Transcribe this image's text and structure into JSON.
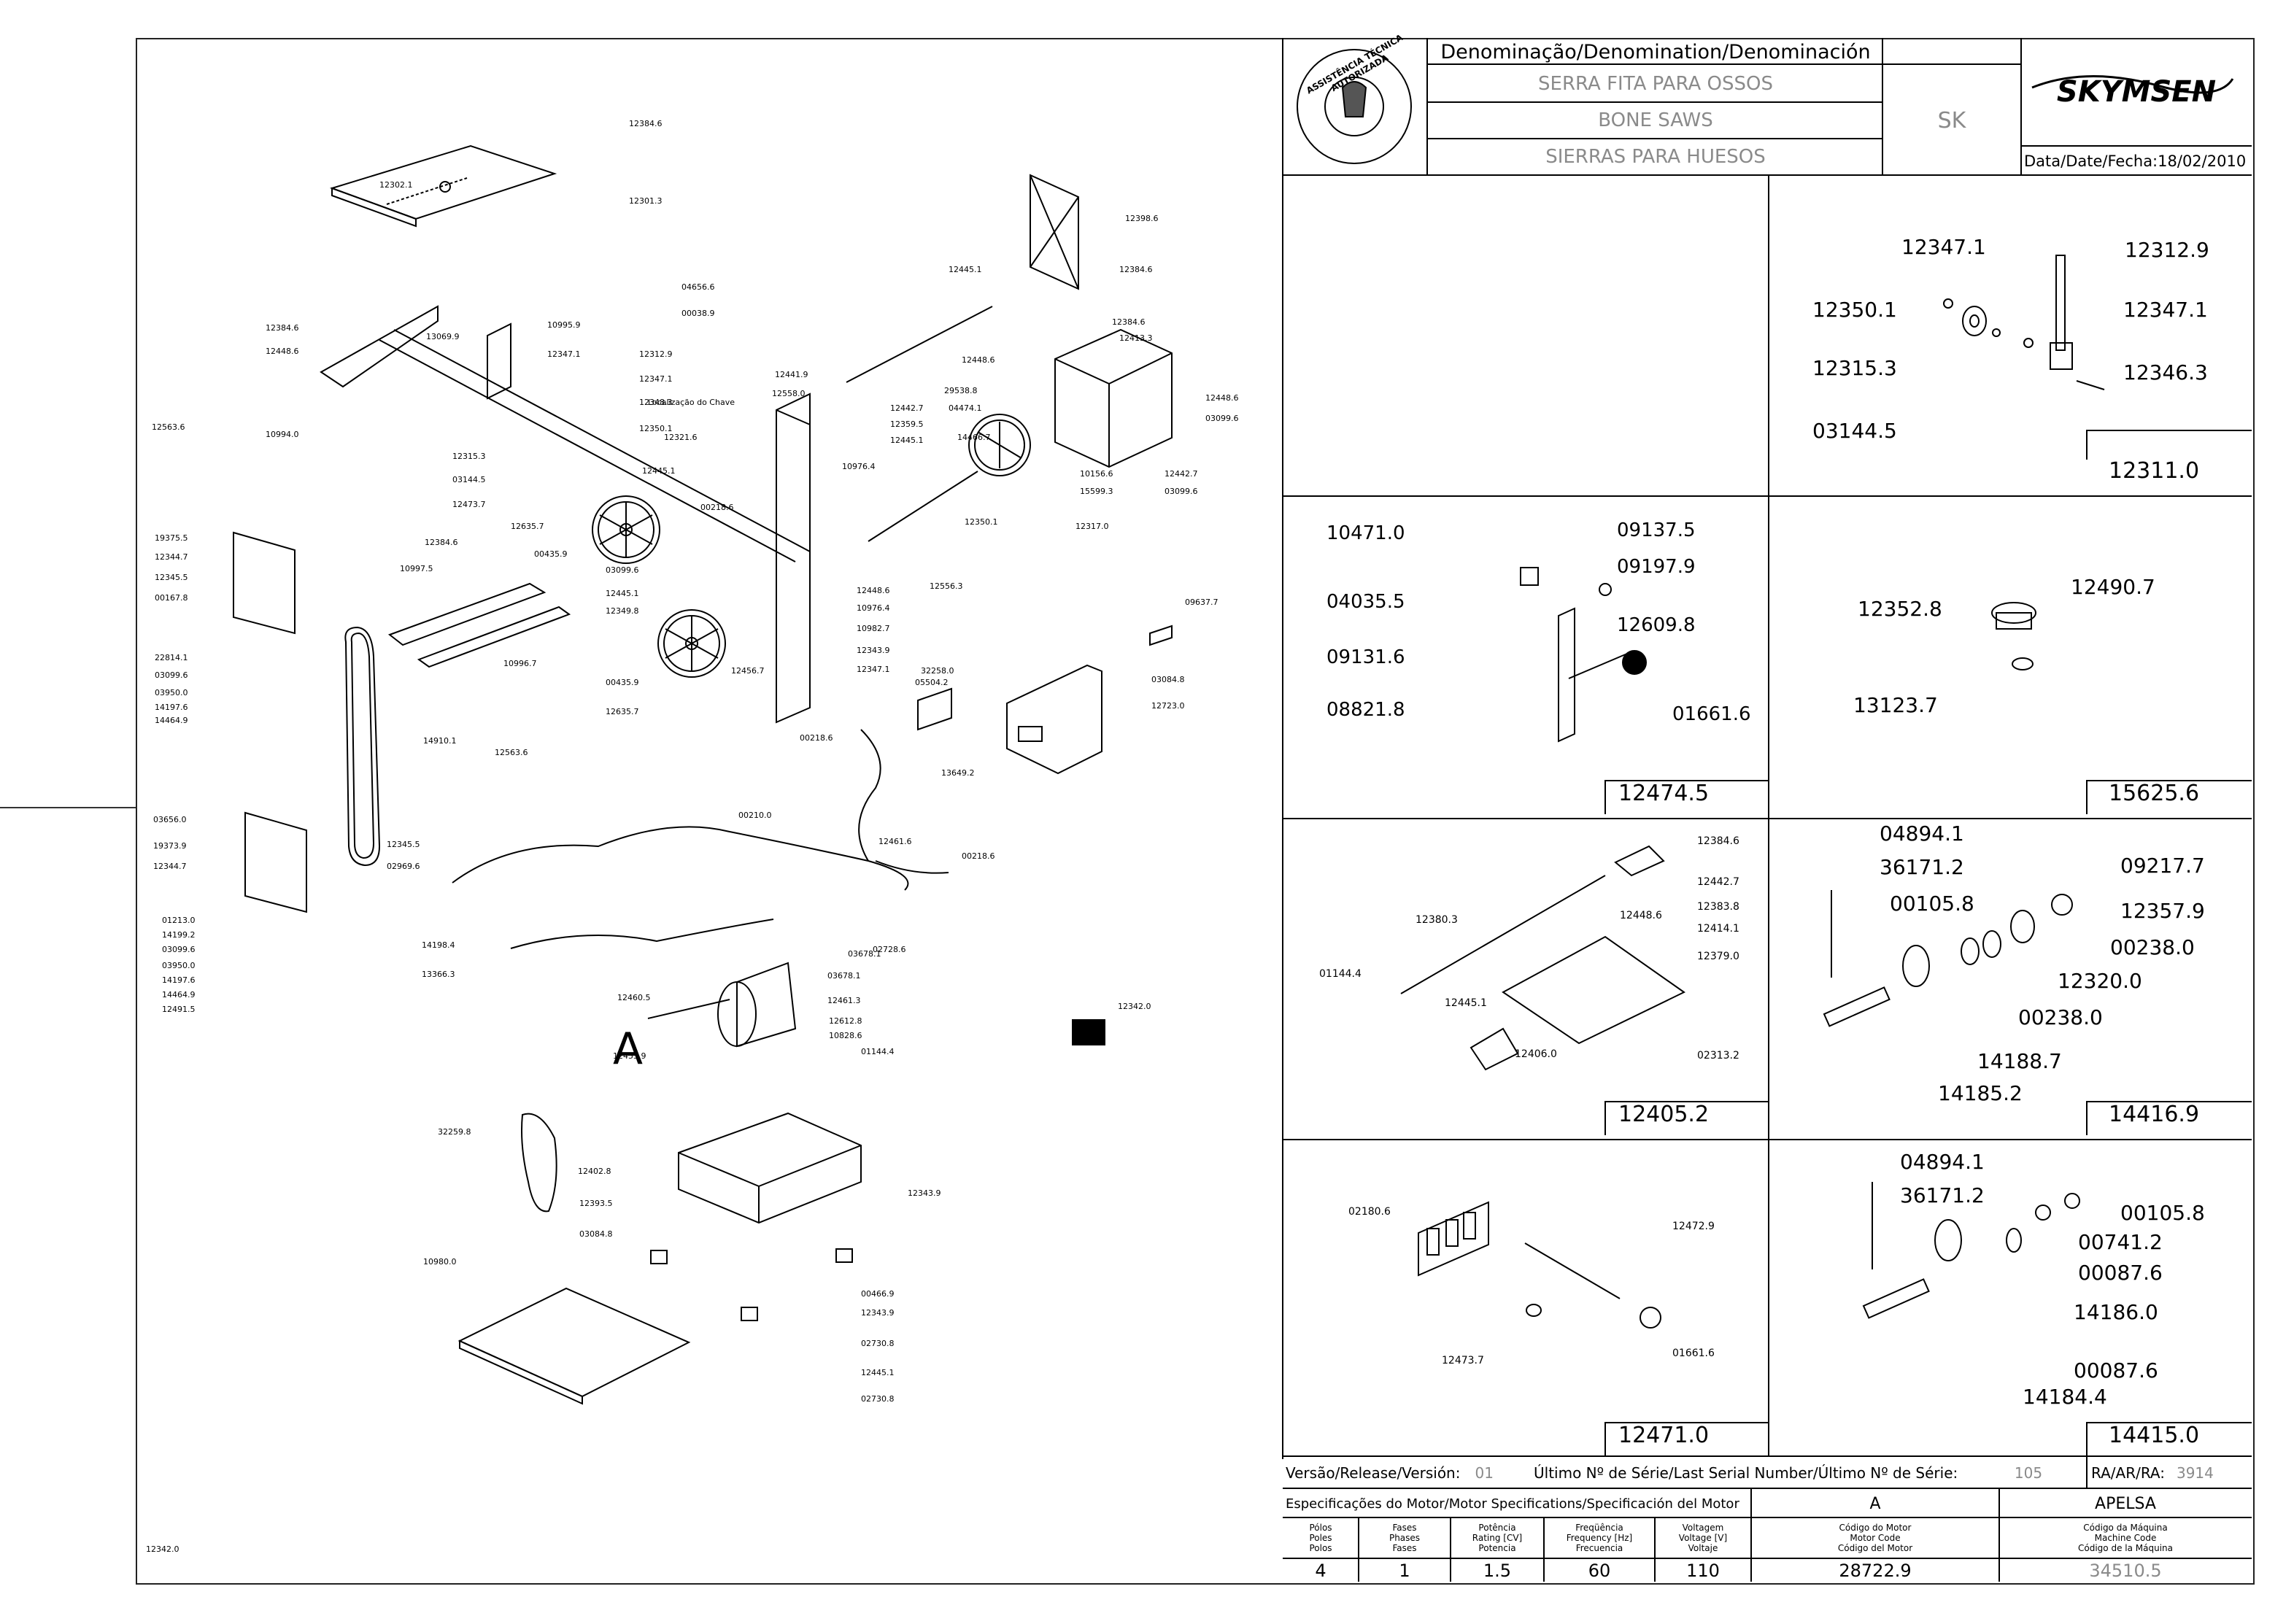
{
  "title_block": {
    "denomination_header": "Denominação/Denomination/Denominación",
    "name_pt": "SERRA FITA PARA OSSOS",
    "name_en": "BONE SAWS",
    "name_es": "SIERRAS PARA HUESOS",
    "model": "SK",
    "brand": "SKYMSEN",
    "date_label": "Data/Date/Fecha:",
    "date_value": "18/02/2010",
    "seal_text": "ASSISTÊNCIA TÉCNICA AUTORIZADA"
  },
  "detail_panels": [
    {
      "id": "12311.0",
      "labels": [
        "12347.1",
        "12312.9",
        "12350.1",
        "12347.1",
        "12315.3",
        "12346.3",
        "03144.5"
      ]
    },
    {
      "id": "12474.5",
      "labels": [
        "10471.0",
        "09137.5",
        "09197.9",
        "04035.5",
        "12609.8",
        "09131.6",
        "08821.8",
        "01661.6"
      ]
    },
    {
      "id": "15625.6",
      "labels": [
        "12352.8",
        "12490.7",
        "13123.7"
      ]
    },
    {
      "id": "12405.2",
      "labels": [
        "12384.6",
        "12442.7",
        "12383.8",
        "12380.3",
        "12448.6",
        "12414.1",
        "01144.4",
        "12379.0",
        "12445.1",
        "12406.0",
        "02313.2"
      ]
    },
    {
      "id": "14416.9",
      "labels": [
        "04894.1",
        "36171.2",
        "00105.8",
        "09217.7",
        "12357.9",
        "00238.0",
        "12320.0",
        "00238.0",
        "14188.7",
        "14185.2"
      ]
    },
    {
      "id": "12471.0",
      "labels": [
        "02180.6",
        "12472.9",
        "12473.7",
        "01661.6"
      ]
    },
    {
      "id": "14415.0",
      "labels": [
        "04894.1",
        "36171.2",
        "00105.8",
        "00741.2",
        "00087.6",
        "14186.0",
        "00087.6",
        "14184.4"
      ]
    }
  ],
  "main_labels": [
    "12384.6",
    "12302.1",
    "12301.3",
    "12398.6",
    "12384.6",
    "12445.1",
    "04656.6",
    "00038.9",
    "12384.6",
    "12448.6",
    "10994.0",
    "13069.9",
    "10995.9",
    "12347.1",
    "12312.9",
    "12347.1",
    "12348.3",
    "Localização do Chave",
    "12350.1",
    "12315.3",
    "03144.5",
    "12473.7",
    "12445.1",
    "12321.6",
    "12558.0",
    "12441.9",
    "12442.7",
    "12359.5",
    "12445.1",
    "04474.1",
    "14466.7",
    "29538.8",
    "12448.6",
    "12384.6",
    "12413.3",
    "12448.6",
    "03099.6",
    "12442.7",
    "03099.6",
    "10156.6",
    "15599.3",
    "12317.0",
    "12350.1",
    "00218.6",
    "10976.4",
    "12563.6",
    "19375.5",
    "12344.7",
    "12345.5",
    "00167.8",
    "12635.7",
    "00435.9",
    "12384.6",
    "10997.5",
    "03099.6",
    "12445.1",
    "12349.8",
    "12556.3",
    "12448.6",
    "10976.4",
    "10982.7",
    "12343.9",
    "12347.1",
    "12456.7",
    "22814.1",
    "03099.6",
    "03950.0",
    "14197.6",
    "14464.9",
    "10996.7",
    "00435.9",
    "12635.7",
    "32258.0",
    "05504.2",
    "09637.7",
    "03084.8",
    "12723.0",
    "00218.6",
    "14910.1",
    "12563.6",
    "00210.0",
    "13649.2",
    "03656.0",
    "19373.9",
    "12344.7",
    "12345.5",
    "02969.6",
    "12461.6",
    "00218.6",
    "01213.0",
    "14199.2",
    "03099.6",
    "03950.0",
    "14197.6",
    "14464.9",
    "12491.5",
    "14198.4",
    "13366.3",
    "03678.1",
    "02728.6",
    "03678.1",
    "12461.3",
    "12460.5",
    "A",
    "12455.9",
    "12612.8",
    "10828.6",
    "01144.4",
    "12342.0",
    "32259.8",
    "12402.8",
    "12393.5",
    "03084.8",
    "12343.9",
    "00466.9",
    "10980.0",
    "12343.9",
    "02730.8",
    "12445.1",
    "02730.8",
    "12342.0"
  ],
  "footer": {
    "version_label": "Versão/Release/Versión:",
    "version_value": "01",
    "serial_label": "Último Nº de Série/Last Serial Number/Último Nº de Série:",
    "serial_value": "105",
    "ra_label": "RA/AR/RA:",
    "ra_value": "3914",
    "motor_spec_title": "Especificações do Motor/Motor Specifications/Specificación del Motor",
    "motor_letter": "A",
    "manufacturer": "APELSA",
    "columns": [
      {
        "header": [
          "Pólos",
          "Poles",
          "Polos"
        ],
        "value": "4"
      },
      {
        "header": [
          "Fases",
          "Phases",
          "Fases"
        ],
        "value": "1"
      },
      {
        "header": [
          "Potência",
          "Rating [CV]",
          "Potencia"
        ],
        "value": "1.5"
      },
      {
        "header": [
          "Freqüência",
          "Frequency [Hz]",
          "Frecuencia"
        ],
        "value": "60"
      },
      {
        "header": [
          "Voltagem",
          "Voltage [V]",
          "Voltaje"
        ],
        "value": "110"
      },
      {
        "header": [
          "Código do Motor",
          "Motor Code",
          "Código del Motor"
        ],
        "value": "28722.9"
      },
      {
        "header": [
          "Código da Máquina",
          "Machine Code",
          "Código de la Máquina"
        ],
        "value": "34510.5"
      }
    ]
  }
}
